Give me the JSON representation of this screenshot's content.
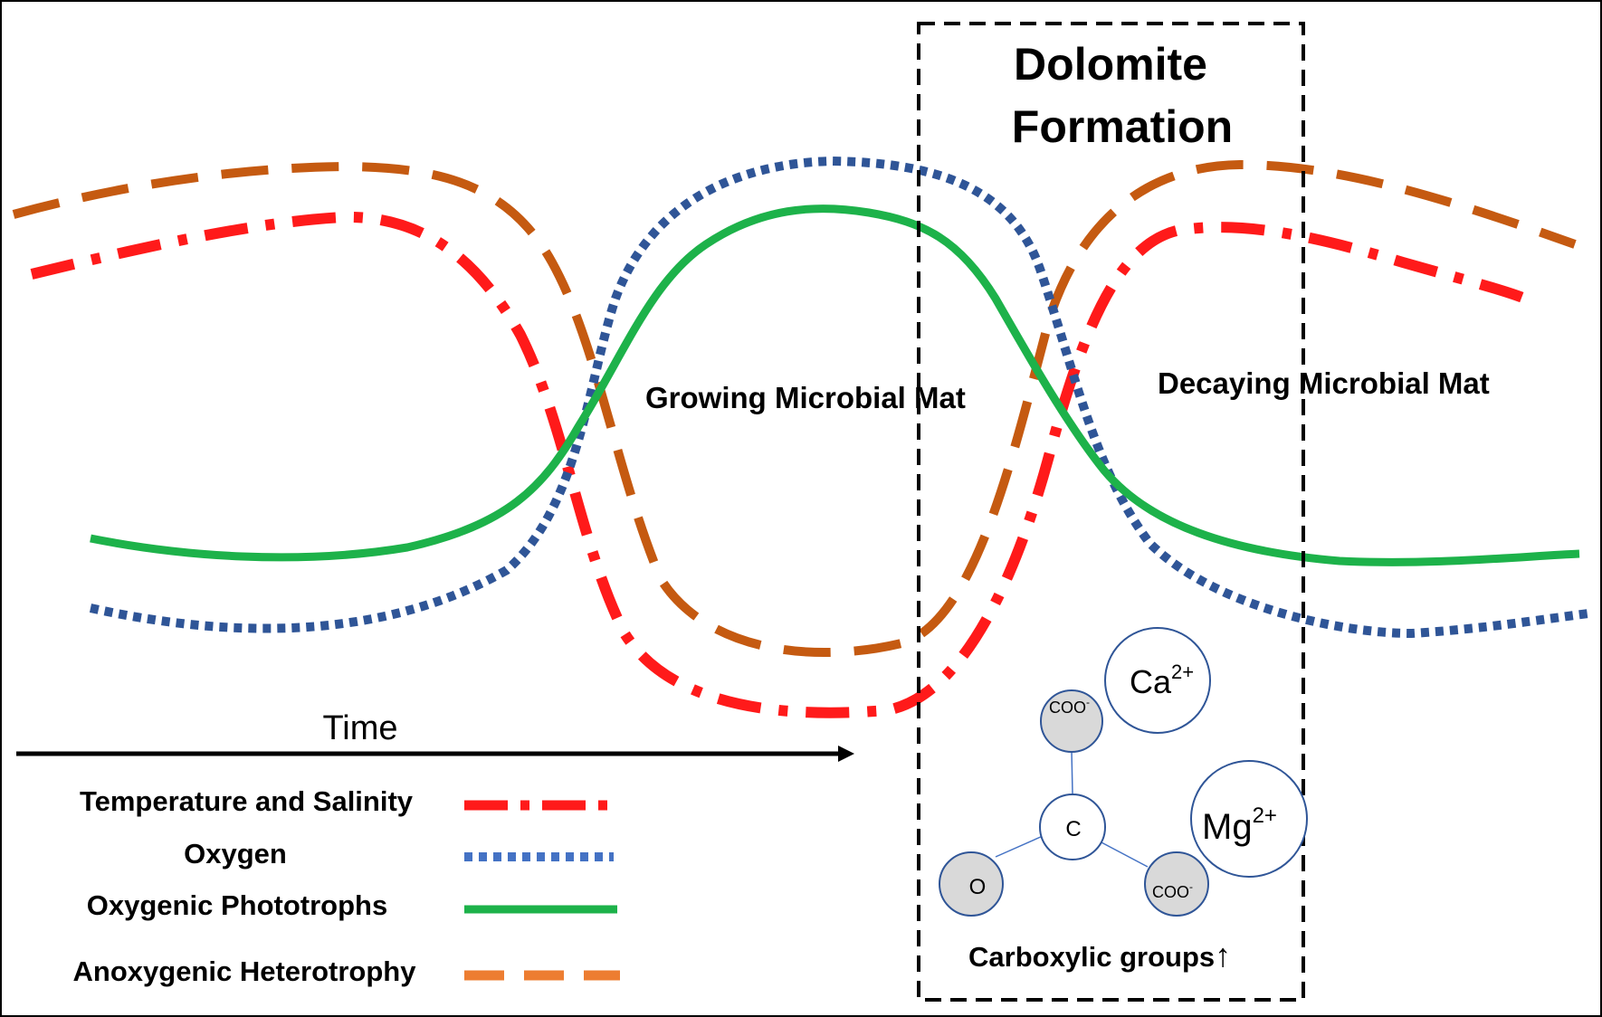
{
  "box": {
    "title_line1": "Dolomite",
    "title_line2": "Formation"
  },
  "labels": {
    "growing": "Growing Microbial Mat",
    "decaying": "Decaying Microbial Mat",
    "time": "Time"
  },
  "legend": [
    {
      "label": "Temperature and Salinity",
      "color": "#ff1a1a",
      "style": "dash-dot"
    },
    {
      "label": "Oxygen",
      "color": "#2f5597",
      "style": "dotted"
    },
    {
      "label": "Oxygenic Phototrophs",
      "color": "#1db24a",
      "style": "solid"
    },
    {
      "label": "Anoxygenic Heterotrophy",
      "color": "#c55a11",
      "style": "dashed"
    }
  ],
  "molecule": {
    "ca": "Ca",
    "ca_charge": "2+",
    "mg": "Mg",
    "mg_charge": "2+",
    "coo_top": "COO",
    "coo_right": "COO",
    "coo_charge": "-",
    "carbon": "C",
    "oxygen": "O",
    "caption": "Carboxylic groups",
    "arrow_glyph": "↑"
  }
}
